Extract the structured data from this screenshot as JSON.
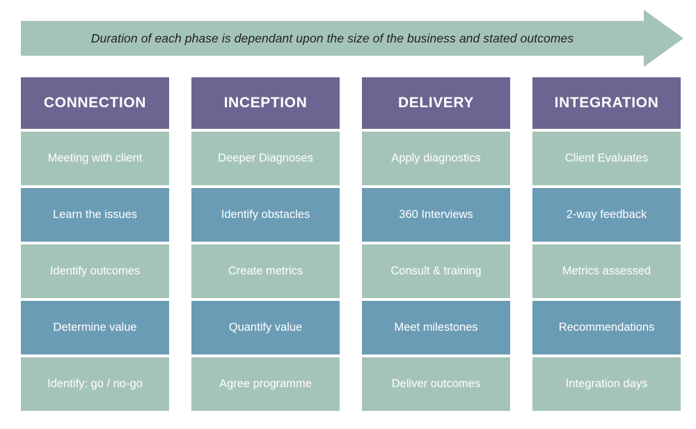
{
  "banner": {
    "name": "duration-banner",
    "text": "Duration of each phase is dependant upon the size of the business and stated outcomes",
    "shape": "right-arrow",
    "fill_color": "#a5c4b8",
    "text_color": "#1f1f1f"
  },
  "palette": {
    "header_purple": "#6b6691",
    "cell_green": "#a5c4b8",
    "cell_blue": "#6b9cb5",
    "text_white": "#ffffff",
    "background": "#ffffff"
  },
  "columns": [
    {
      "header": "CONNECTION",
      "cells": [
        {
          "label": "Meeting with client",
          "tone": "green"
        },
        {
          "label": "Learn the issues",
          "tone": "blue"
        },
        {
          "label": "Identify outcomes",
          "tone": "green"
        },
        {
          "label": "Determine value",
          "tone": "blue"
        },
        {
          "label": "Identify: go / no-go",
          "tone": "green"
        }
      ]
    },
    {
      "header": "INCEPTION",
      "cells": [
        {
          "label": "Deeper Diagnoses",
          "tone": "green"
        },
        {
          "label": "Identify obstacles",
          "tone": "blue"
        },
        {
          "label": "Create metrics",
          "tone": "green"
        },
        {
          "label": "Quantify value",
          "tone": "blue"
        },
        {
          "label": "Agree programme",
          "tone": "green"
        }
      ]
    },
    {
      "header": "DELIVERY",
      "cells": [
        {
          "label": "Apply diagnostics",
          "tone": "green"
        },
        {
          "label": "360 Interviews",
          "tone": "blue"
        },
        {
          "label": "Consult & training",
          "tone": "green"
        },
        {
          "label": "Meet milestones",
          "tone": "blue"
        },
        {
          "label": "Deliver outcomes",
          "tone": "green"
        }
      ]
    },
    {
      "header": "INTEGRATION",
      "cells": [
        {
          "label": "Client Evaluates",
          "tone": "green"
        },
        {
          "label": "2-way feedback",
          "tone": "blue"
        },
        {
          "label": "Metrics assessed",
          "tone": "green"
        },
        {
          "label": "Recommendations",
          "tone": "blue"
        },
        {
          "label": "Integration days",
          "tone": "green"
        }
      ]
    }
  ]
}
